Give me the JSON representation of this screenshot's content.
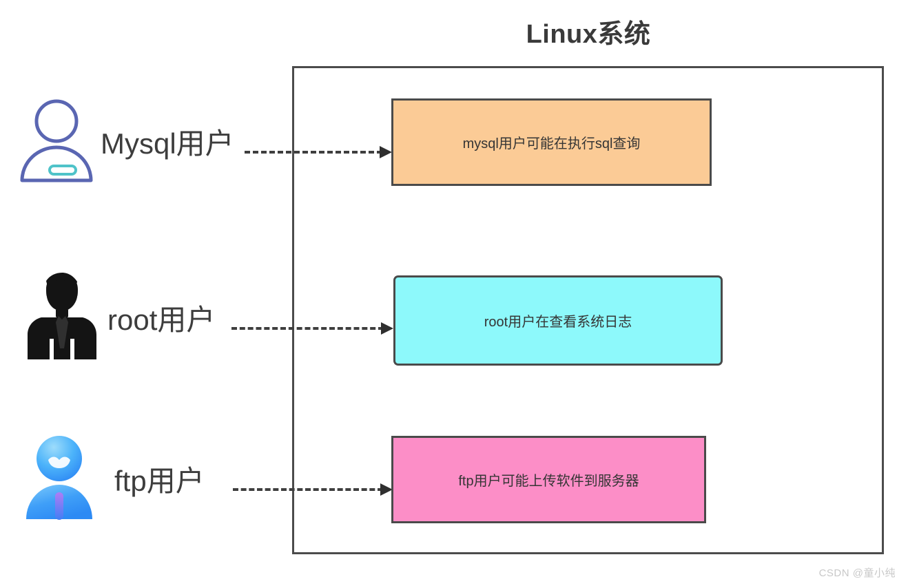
{
  "diagram": {
    "title": "Linux系统",
    "rows": [
      {
        "id": "mysql",
        "avatar_icon": "user-outline-avatar-icon",
        "user_label": "Mysql用户",
        "connector_icon": "dashed-arrow-icon",
        "activity_text": "mysql用户可能在执行sql查询",
        "box_fill": "#fbcb96",
        "box_border": "#4a4a4a"
      },
      {
        "id": "root",
        "avatar_icon": "businessman-silhouette-avatar-icon",
        "user_label": "root用户",
        "connector_icon": "dashed-arrow-icon",
        "activity_text": "root用户在查看系统日志",
        "box_fill": "#8df9fb",
        "box_border": "#4a4a4a"
      },
      {
        "id": "ftp",
        "avatar_icon": "blue-gradient-avatar-icon",
        "user_label": "ftp用户",
        "connector_icon": "dashed-arrow-icon",
        "activity_text": "ftp用户可能上传软件到服务器",
        "box_fill": "#fc8ec7",
        "box_border": "#4a4a4a"
      }
    ],
    "container_border_color": "#4b4b4b",
    "background_color": "#ffffff",
    "title_color": "#3a3a3a"
  },
  "watermark": {
    "text": "CSDN @童小纯",
    "color": "#c8c8c8"
  }
}
